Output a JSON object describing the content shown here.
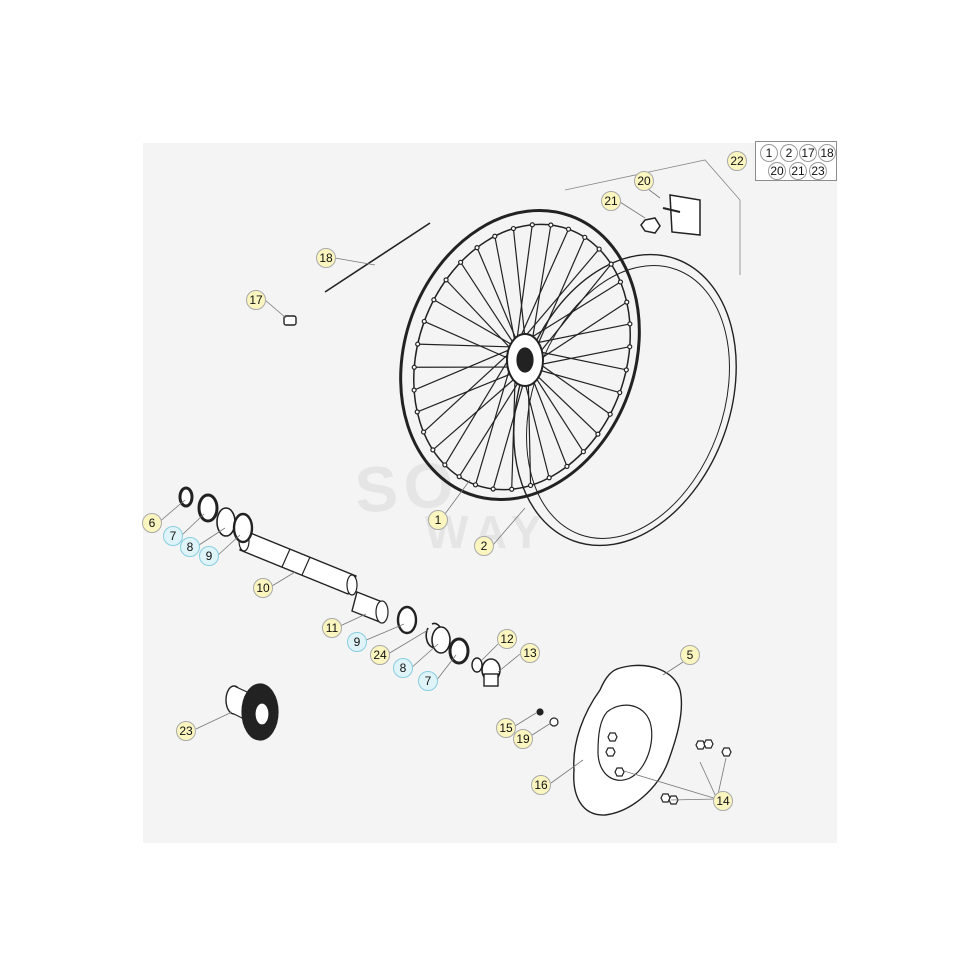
{
  "watermark": {
    "line1": "SO",
    "line2": "WAY"
  },
  "kit_box": {
    "main_label": "22",
    "items": [
      "1",
      "2",
      "17",
      "18",
      "20",
      "21",
      "23"
    ]
  },
  "callouts": {
    "c1": "1",
    "c2": "2",
    "c5": "5",
    "c6": "6",
    "c7a": "7",
    "c8a": "8",
    "c9a": "9",
    "c10": "10",
    "c11": "11",
    "c12": "12",
    "c13": "13",
    "c9b": "9",
    "c24": "24",
    "c8b": "8",
    "c7b": "7",
    "c14": "14",
    "c15": "15",
    "c16": "16",
    "c17": "17",
    "c18": "18",
    "c19": "19",
    "c20": "20",
    "c21": "21",
    "c22": "22",
    "c23": "23"
  },
  "colors": {
    "callout_fill": "#fbf6bf",
    "kit_callout_fill": "#dff4f8",
    "line": "#222222"
  }
}
